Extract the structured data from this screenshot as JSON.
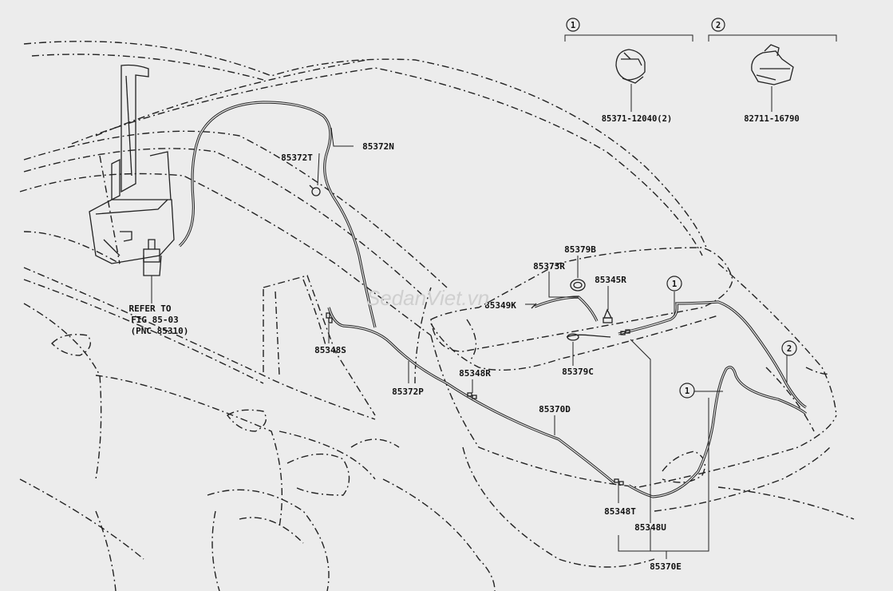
{
  "watermark": "SedanViet.vn",
  "callouts": {
    "one": "1",
    "two": "2"
  },
  "insets": [
    {
      "id": "1",
      "part": "85371-12040(2)"
    },
    {
      "id": "2",
      "part": "82711-16790"
    }
  ],
  "labels": {
    "p85372N": "85372N",
    "p85372T": "85372T",
    "p85379B": "85379B",
    "p85373R": "85373R",
    "p85345R": "85345R",
    "p85349K": "85349K",
    "p85348S": "85348S",
    "p85379C": "85379C",
    "p85348R": "85348R",
    "p85372P": "85372P",
    "p85370D": "85370D",
    "p85348T": "85348T",
    "p85348U": "85348U",
    "p85370E": "85370E",
    "refer1": "REFER TO",
    "refer2": "FIG 85-03",
    "refer3": "(PNC 85310)"
  }
}
